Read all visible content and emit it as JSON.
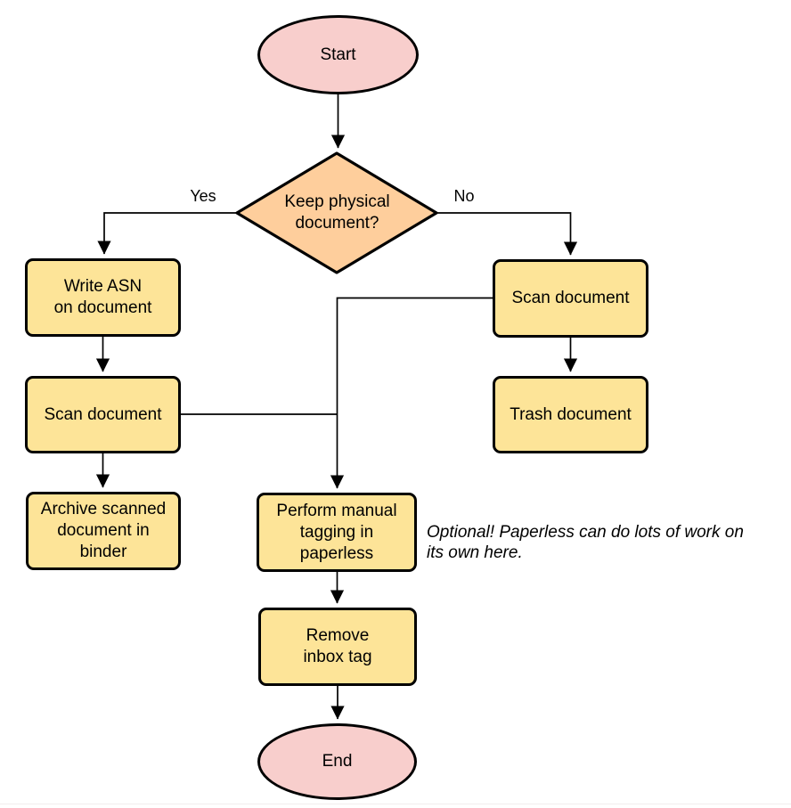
{
  "diagram": {
    "kind": "flowchart",
    "colors": {
      "terminal_fill": "#F8CECC",
      "decision_fill": "#FECE9C",
      "process_fill": "#FDE498",
      "stroke": "#000000"
    },
    "nodes": {
      "start": {
        "type": "terminal",
        "label": "Start"
      },
      "decision": {
        "type": "decision",
        "label": "Keep physical\ndocument?"
      },
      "write_asn": {
        "type": "process",
        "label": "Write ASN\non document"
      },
      "scan_left": {
        "type": "process",
        "label": "Scan document"
      },
      "archive": {
        "type": "process",
        "label": "Archive scanned\ndocument in\nbinder"
      },
      "scan_right": {
        "type": "process",
        "label": "Scan document"
      },
      "trash": {
        "type": "process",
        "label": "Trash document"
      },
      "tagging": {
        "type": "process",
        "label": "Perform manual\ntagging in\npaperless"
      },
      "remove_inbox": {
        "type": "process",
        "label": "Remove\ninbox tag"
      },
      "end": {
        "type": "terminal",
        "label": "End"
      }
    },
    "edge_labels": {
      "yes": "Yes",
      "no": "No"
    },
    "annotation": "Optional! Paperless can do lots of work on\nits own here."
  }
}
